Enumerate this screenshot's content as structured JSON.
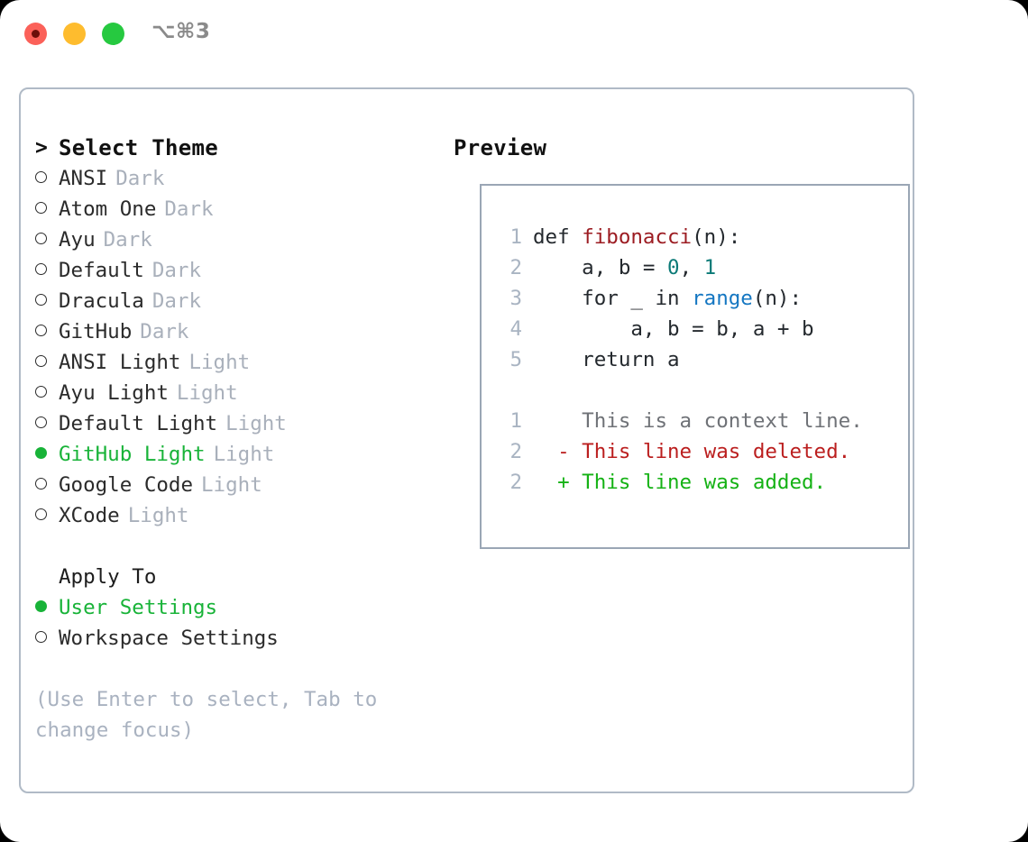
{
  "titlebar": {
    "shortcut": "⌥⌘3",
    "buttons": [
      "close",
      "minimize",
      "maximize"
    ]
  },
  "theme_picker": {
    "heading": "Select Theme",
    "prompt": ">",
    "bullet_selected": "filled",
    "bullet_unselected": "hollow",
    "accent_color": "#18b338",
    "items": [
      {
        "name": "ANSI",
        "variant": "Dark",
        "selected": false
      },
      {
        "name": "Atom One",
        "variant": "Dark",
        "selected": false
      },
      {
        "name": "Ayu",
        "variant": "Dark",
        "selected": false
      },
      {
        "name": "Default",
        "variant": "Dark",
        "selected": false
      },
      {
        "name": "Dracula",
        "variant": "Dark",
        "selected": false
      },
      {
        "name": "GitHub",
        "variant": "Dark",
        "selected": false
      },
      {
        "name": "ANSI Light",
        "variant": "Light",
        "selected": false
      },
      {
        "name": "Ayu Light",
        "variant": "Light",
        "selected": false
      },
      {
        "name": "Default Light",
        "variant": "Light",
        "selected": false
      },
      {
        "name": "GitHub Light",
        "variant": "Light",
        "selected": true
      },
      {
        "name": "Google Code",
        "variant": "Light",
        "selected": false
      },
      {
        "name": "XCode",
        "variant": "Light",
        "selected": false
      }
    ]
  },
  "apply_to": {
    "heading": "Apply To",
    "items": [
      {
        "name": "User Settings",
        "selected": true
      },
      {
        "name": "Workspace Settings",
        "selected": false
      }
    ]
  },
  "hint": {
    "text": "(Use Enter to select, Tab to change focus)"
  },
  "preview": {
    "title": "Preview",
    "code_lines": [
      {
        "num": "1",
        "segments": [
          {
            "text": "def ",
            "cls": "tok-plain"
          },
          {
            "text": "fibonacci",
            "cls": "tok-fn"
          },
          {
            "text": "(n):",
            "cls": "tok-plain"
          }
        ]
      },
      {
        "num": "2",
        "segments": [
          {
            "text": "    a, b = ",
            "cls": "tok-plain"
          },
          {
            "text": "0",
            "cls": "tok-num"
          },
          {
            "text": ", ",
            "cls": "tok-plain"
          },
          {
            "text": "1",
            "cls": "tok-num"
          }
        ]
      },
      {
        "num": "3",
        "segments": [
          {
            "text": "    for _ in ",
            "cls": "tok-plain"
          },
          {
            "text": "range",
            "cls": "tok-kwfn"
          },
          {
            "text": "(n):",
            "cls": "tok-plain"
          }
        ]
      },
      {
        "num": "4",
        "segments": [
          {
            "text": "        a, b = b, a + b",
            "cls": "tok-plain"
          }
        ]
      },
      {
        "num": "5",
        "segments": [
          {
            "text": "    return a",
            "cls": "tok-plain"
          }
        ]
      }
    ],
    "diff_lines": [
      {
        "num": "1",
        "marker": "  ",
        "text": "This is a context line.",
        "cls": "tok-ctx"
      },
      {
        "num": "2",
        "marker": "- ",
        "text": "This line was deleted.",
        "cls": "tok-del"
      },
      {
        "num": "2",
        "marker": "+ ",
        "text": "This line was added.",
        "cls": "tok-add"
      }
    ]
  }
}
